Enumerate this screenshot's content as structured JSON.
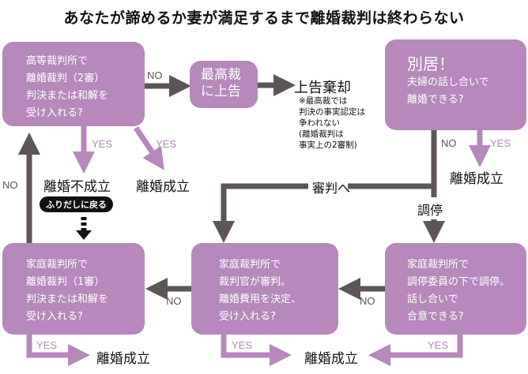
{
  "title": "あなたが諦めるか妻が満足するまで離婚裁判は終わらない",
  "colors": {
    "purple": "#b688bc",
    "gray": "#5e5656",
    "text": "#111111"
  },
  "boxes": {
    "high_court": "高等裁判所で\n離婚裁判（2審）\n判決または和解を\n受け入れる?",
    "supreme": "最高裁\nに上告",
    "separation_title": "別居！",
    "separation_body": "夫婦の話し合いで\n離婚できる?",
    "family_trial": "家庭裁判所で\n離婚裁判（1審）\n判決または和解を\n受け入れる?",
    "family_judge": "家庭裁判所で\n裁判官が審判。\n離婚費用を決定、\n受け入れる?",
    "family_mediation": "家庭裁判所で\n調停委員の下で調停。\n話し合いで\n合意できる?"
  },
  "labels": {
    "appeal_rejected": "上告棄却",
    "appeal_note": "※最高裁では\n判決の事実認定は\n争われない\n(離婚裁判は\n事実上の2審制)",
    "divorce_fail": "離婚不成立",
    "divorce_ok_1": "離婚成立",
    "divorce_ok_2": "離婚成立",
    "divorce_ok_3": "離婚成立",
    "divorce_ok_4": "離婚成立",
    "to_trial": "審判へ",
    "mediation": "調停",
    "back_to_start": "ふりだしに戻る"
  },
  "edges": {
    "yes": "YES",
    "no": "NO"
  }
}
